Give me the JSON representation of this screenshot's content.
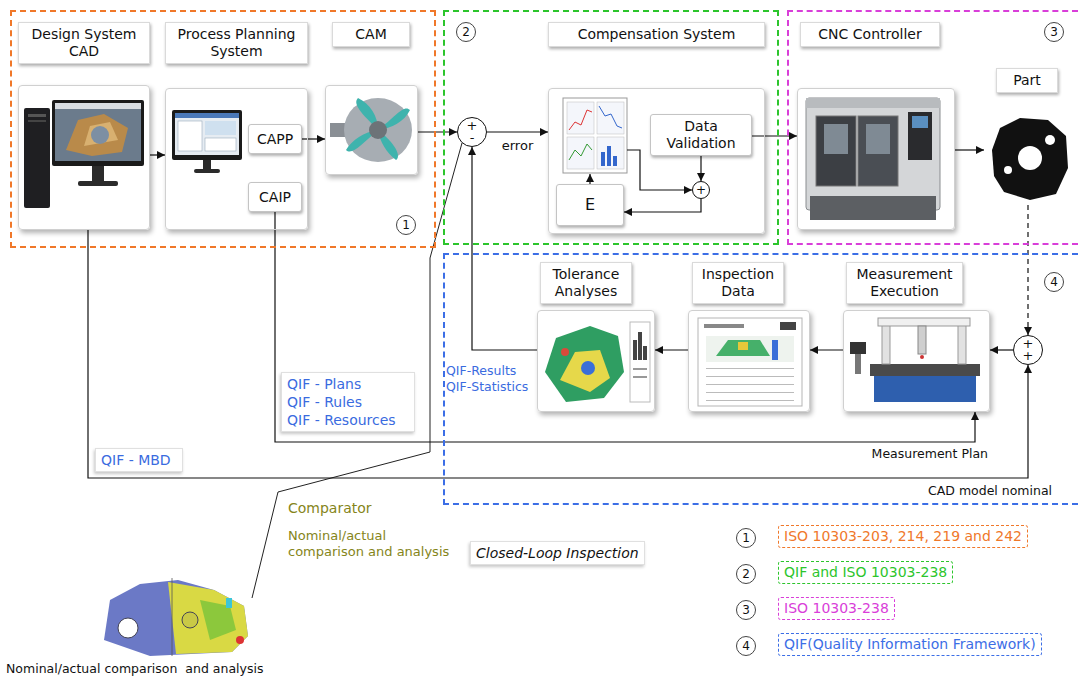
{
  "diagram": {
    "nodes": [
      {
        "text": [
          "1"
        ]
      },
      {
        "text": [
          "Design System CAD"
        ],
        "in": 0
      },
      {
        "text": [
          "Process Planning System"
        ],
        "in": 0
      },
      {
        "text": [
          "CAPP"
        ],
        "in": 2
      },
      {
        "text": [
          "CAIP"
        ],
        "in": 2
      },
      {
        "text": [
          "CAM"
        ],
        "in": 0
      },
      {
        "text": [
          "2"
        ]
      },
      {
        "text": [
          "+",
          "-"
        ],
        "in": 6
      },
      {
        "text": [
          "Compensation System"
        ],
        "in": 6
      },
      {
        "text": [
          "Data Validation"
        ],
        "in": 8
      },
      {
        "text": [
          "+"
        ],
        "in": 8
      },
      {
        "text": [
          "E"
        ],
        "in": 8
      },
      {
        "text": [
          "3"
        ]
      },
      {
        "text": [
          "CNC Controller"
        ],
        "in": 12
      },
      {
        "text": [
          "Part"
        ],
        "in": 12
      },
      {
        "text": [
          "4"
        ]
      },
      {
        "text": [
          "Tolerance Analyses"
        ],
        "in": 15
      },
      {
        "text": [
          "Inspection Data"
        ],
        "in": 15
      },
      {
        "text": [
          "Measurement Execution"
        ],
        "in": 15
      },
      {
        "text": [
          "+",
          "+"
        ],
        "in": 15
      },
      {
        "text": [
          "QIF - Plans",
          "QIF - Rules",
          "QIF - Resources"
        ]
      },
      {
        "text": [
          "QIF - MBD"
        ]
      },
      {
        "text": [
          "Closed-Loop Inspection"
        ]
      },
      {
        "text": [
          "1"
        ]
      },
      {
        "text": [
          "ISO 10303-203, 214, 219 and 242"
        ]
      },
      {
        "text": [
          "2"
        ]
      },
      {
        "text": [
          "QIF and ISO 10303-238"
        ]
      },
      {
        "text": [
          "3"
        ]
      },
      {
        "text": [
          "ISO 10303-238"
        ]
      },
      {
        "text": [
          "4"
        ]
      },
      {
        "text": [
          "QIF(Quality Information Framework)"
        ]
      }
    ],
    "edges": [
      {
        "from": 1,
        "to": 2,
        "arrow": "to"
      },
      {
        "from": 3,
        "to": 5,
        "arrow": "to"
      },
      {
        "from": 5,
        "to": 7,
        "arrow": "to"
      },
      {
        "from": 7,
        "to": 8,
        "arrow": "to",
        "label": "error"
      },
      {
        "from": 9,
        "to": 10,
        "arrow": "to"
      },
      {
        "from": 10,
        "to": 11,
        "arrow": "to"
      },
      {
        "from": 9,
        "to": 13,
        "arrow": "to"
      },
      {
        "from": 13,
        "to": 14,
        "arrow": "to"
      },
      {
        "from": 14,
        "to": 19,
        "arrow": "to"
      },
      {
        "from": 19,
        "to": 18,
        "arrow": "to"
      },
      {
        "from": 18,
        "to": 17,
        "arrow": "to"
      },
      {
        "from": 17,
        "to": 16,
        "arrow": "to"
      },
      {
        "from": 16,
        "to": 7,
        "arrow": "to"
      },
      {
        "from": 4,
        "to": 18,
        "arrow": "to"
      },
      {
        "from": 1,
        "to": 19,
        "arrow": "to"
      }
    ],
    "labels": [
      "QIF-Results",
      "QIF-Statistics",
      "Measurement Plan",
      "CAD model nominal",
      "Comparator",
      "Nominal/actual comparison and analysis",
      "Nominal/actual comparison  and analysis"
    ]
  }
}
